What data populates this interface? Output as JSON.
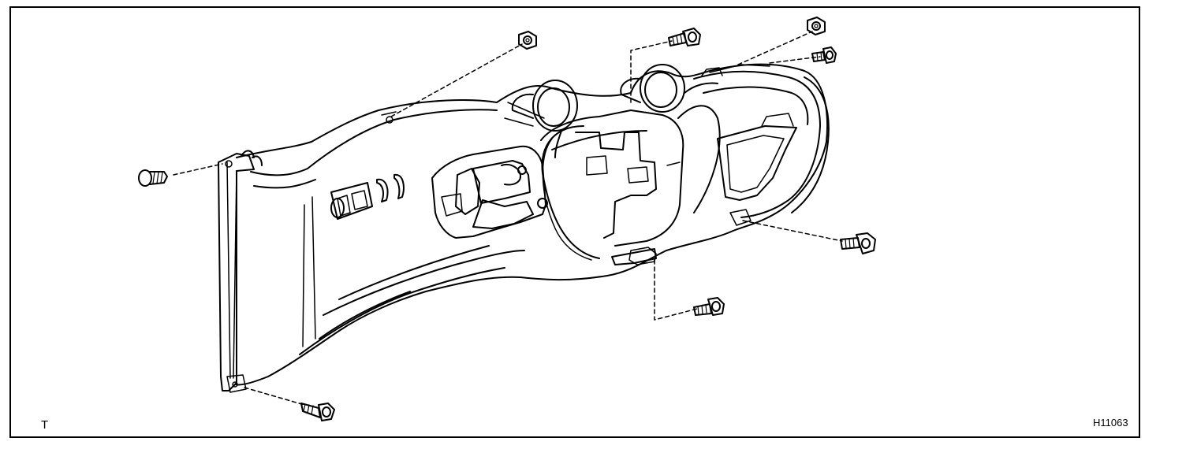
{
  "diagram": {
    "view_code": "T",
    "figure_id": "H11063",
    "colors": {
      "line": "#000000",
      "background": "#ffffff"
    },
    "fasteners": [
      {
        "kind": "bolt",
        "name": "bolt-left-end"
      },
      {
        "kind": "bolt",
        "name": "bolt-lower-left"
      },
      {
        "kind": "nut",
        "name": "nut-top-left"
      },
      {
        "kind": "bolt",
        "name": "bolt-top-center"
      },
      {
        "kind": "nut",
        "name": "nut-top-right"
      },
      {
        "kind": "bolt",
        "name": "bolt-top-right"
      },
      {
        "kind": "bolt",
        "name": "bolt-right"
      },
      {
        "kind": "bolt",
        "name": "bolt-bottom-center"
      }
    ]
  }
}
